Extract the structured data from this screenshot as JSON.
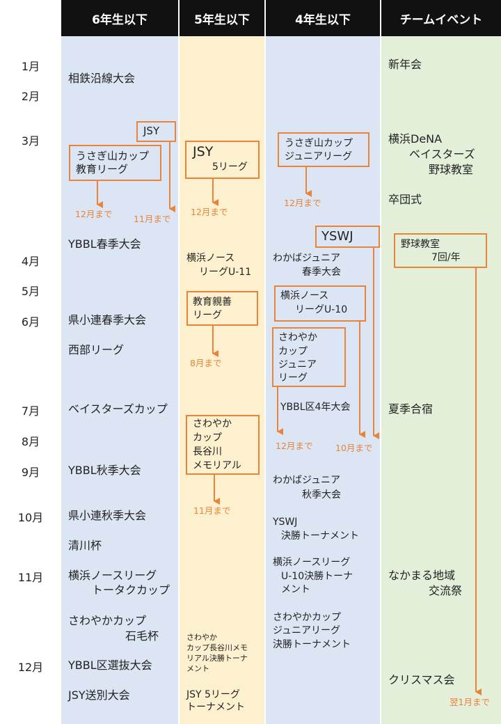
{
  "headers": [
    "6年生以下",
    "5年生以下",
    "4年生以下",
    "チームイベント"
  ],
  "months": [
    "1月",
    "2月",
    "3月",
    "4月",
    "5月",
    "6月",
    "7月",
    "8月",
    "9月",
    "10月",
    "11月",
    "12月"
  ],
  "colors": {
    "col6": "#DCE5F3",
    "col5": "#FDF0CE",
    "col4": "#DCE5F3",
    "colTeam": "#E4EFDA",
    "accent": "#E8833A",
    "header": "#111111"
  },
  "grade6": {
    "sotetsu": "相鉄沿線大会",
    "jsy": "JSY",
    "usagi1": "うさぎ山カップ",
    "usagi2": "教育リーグ",
    "until_dec": "12月まで",
    "until_nov": "11月まで",
    "ybbl_spring": "YBBL春季大会",
    "ken_spring": "県小連春季大会",
    "seibu": "西部リーグ",
    "baystars_cup": "ベイスターズカップ",
    "ybbl_autumn": "YBBL秋季大会",
    "ken_autumn": "県小連秋季大会",
    "kiyokawa": "清川杯",
    "north1": "横浜ノースリーグ",
    "north2": "トータクカップ",
    "sawayaka1": "さわやかカップ",
    "sawayaka2": "石毛杯",
    "ybbl_senbatsu": "YBBL区選抜大会",
    "jsy_farewell": "JSY送別大会"
  },
  "grade5": {
    "jsy": "JSY",
    "jsy_league": "5リーグ",
    "until_dec": "12月まで",
    "north1": "横浜ノース",
    "north2": "リーグU-11",
    "kyoiku1": "教育親善",
    "kyoiku2": "リーグ",
    "until_aug": "8月まで",
    "sawa1": "さわやか",
    "sawa2": "カップ",
    "sawa3": "長谷川",
    "sawa4": "メモリアル",
    "until_nov": "11月まで",
    "final1": "さわやか",
    "final2": "カップ長谷川メモ",
    "final3": "リアル決勝トーナ",
    "final4": "メント",
    "jsy5_1": "JSY 5リーグ",
    "jsy5_2": "トーナメント"
  },
  "grade4": {
    "usagi1": "うさぎ山カップ",
    "usagi2": "ジュニアリーグ",
    "until_dec": "12月まで",
    "yswj": "YSWJ",
    "wakaba1": "わかばジュニア",
    "wakaba2": "春季大会",
    "north1": "横浜ノース",
    "north2": "リーグU-10",
    "sawa1": "さわやか",
    "sawa2": "カップ",
    "sawa3": "ジュニア",
    "sawa4": "リーグ",
    "ybbl4": "YBBL区4年大会",
    "until_dec2": "12月まで",
    "until_oct": "10月まで",
    "wakaba_aut1": "わかばジュニア",
    "wakaba_aut2": "秋季大会",
    "yswj_final1": "YSWJ",
    "yswj_final2": "決勝トーナメント",
    "northf1": "横浜ノースリーグ",
    "northf2": "U-10決勝トーナ",
    "northf3": "メント",
    "sawaf1": "さわやかカップ",
    "sawaf2": "ジュニアリーグ",
    "sawaf3": "決勝トーナメント"
  },
  "team": {
    "newyear": "新年会",
    "dena1": "横浜DeNA",
    "dena2": "ベイスターズ",
    "dena3": "野球教室",
    "graduation": "卒団式",
    "school1": "野球教室",
    "school2": "7回/年",
    "summer": "夏季合宿",
    "nakamaru1": "なかまる地域",
    "nakamaru2": "交流祭",
    "christmas": "クリスマス会",
    "until_jan": "翌1月まで"
  }
}
